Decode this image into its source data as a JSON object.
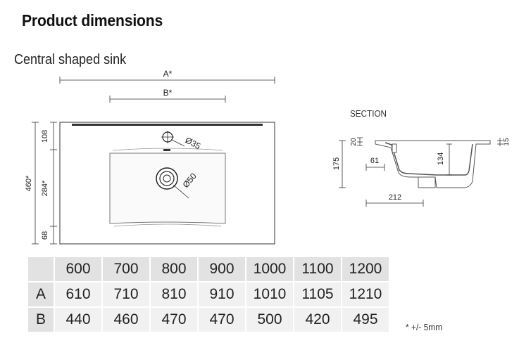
{
  "heading": "Product dimensions",
  "subheading": "Central shaped sink",
  "drawing": {
    "label_a": "A*",
    "label_b": "B*",
    "hole_small": "Ø35",
    "hole_large": "Ø50",
    "dim_total": "460*",
    "dim_upper": "108",
    "dim_middle": "284*",
    "dim_lower": "68"
  },
  "section": {
    "title": "SECTION",
    "dim_20": "20",
    "dim_175": "175",
    "dim_61": "61",
    "dim_134": "134",
    "dim_15": "15",
    "dim_212": "212"
  },
  "table": {
    "header": [
      "600",
      "700",
      "800",
      "900",
      "1000",
      "1100",
      "1200"
    ],
    "rows": [
      {
        "label": "A",
        "values": [
          "610",
          "710",
          "810",
          "910",
          "1010",
          "1105",
          "1210"
        ]
      },
      {
        "label": "B",
        "values": [
          "440",
          "460",
          "470",
          "470",
          "500",
          "420",
          "495"
        ]
      }
    ]
  },
  "note": "* +/- 5mm"
}
